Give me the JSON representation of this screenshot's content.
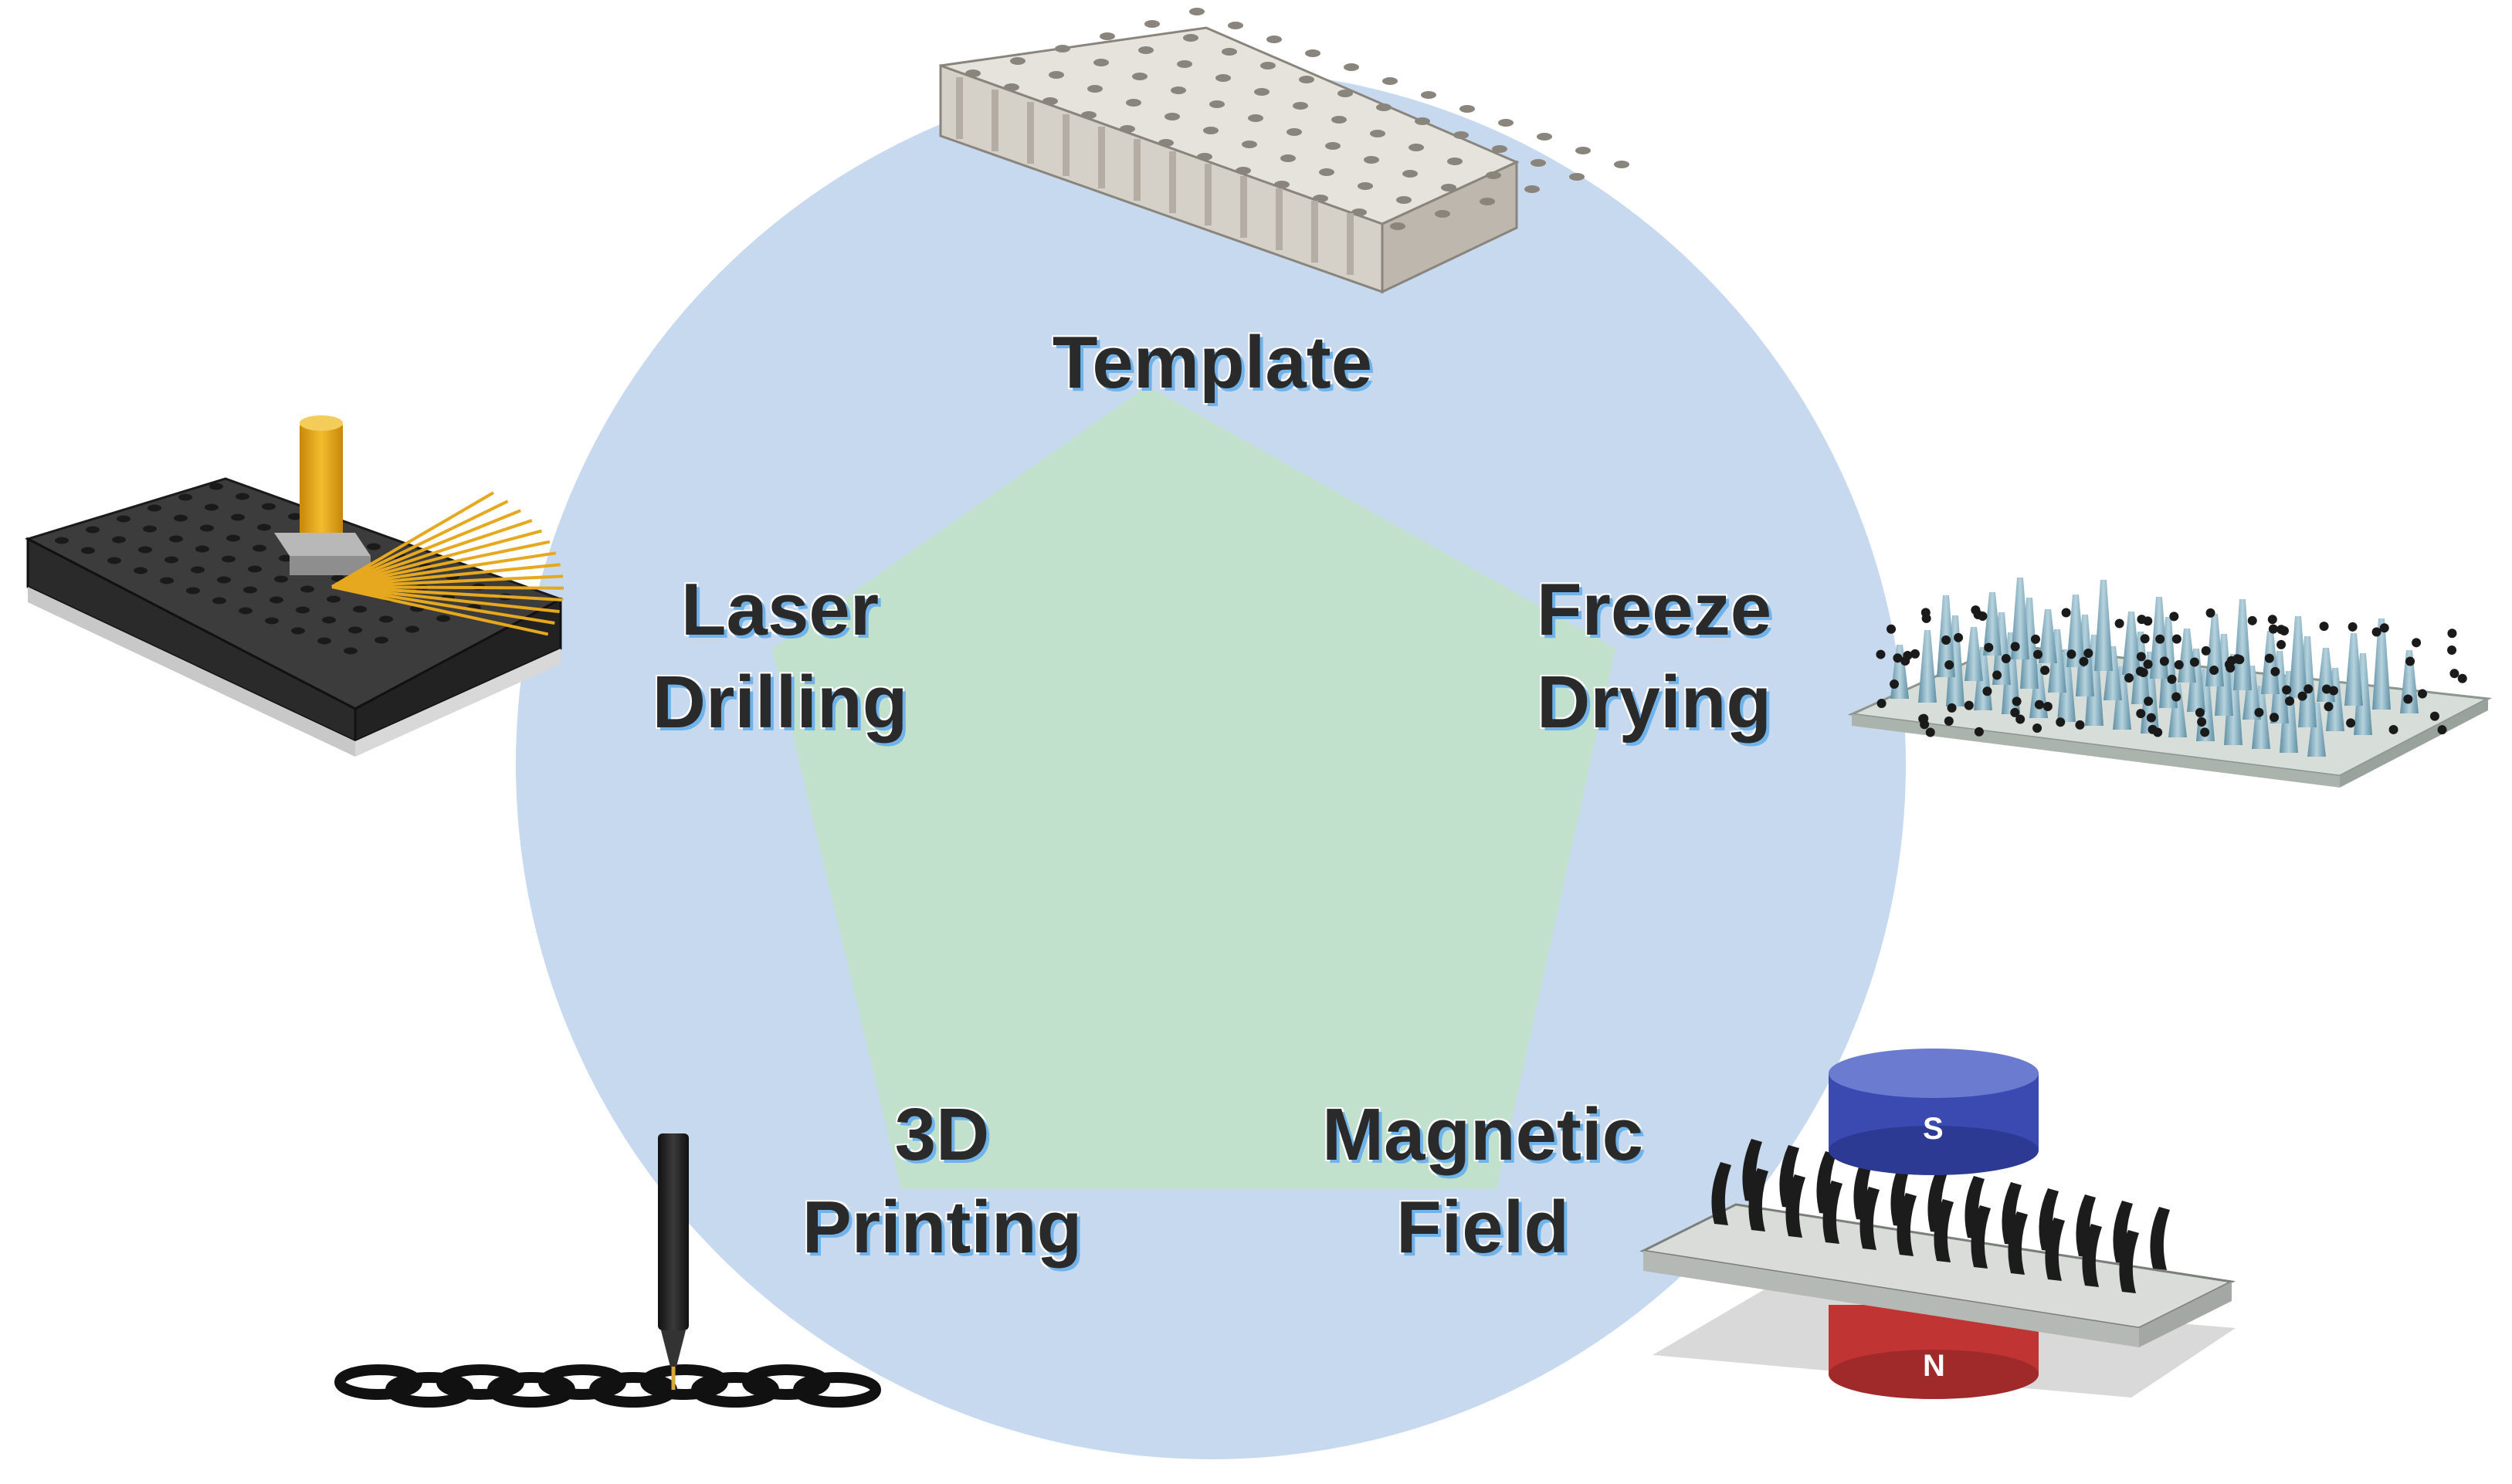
{
  "methods": [
    {
      "id": "template",
      "lines": [
        "Template"
      ]
    },
    {
      "id": "freeze-drying",
      "lines": [
        "Freeze",
        "Drying"
      ]
    },
    {
      "id": "magnetic-field",
      "lines": [
        "Magnetic",
        "Field"
      ]
    },
    {
      "id": "3d-printing",
      "lines": [
        "3D",
        "Printing"
      ]
    },
    {
      "id": "laser-drilling",
      "lines": [
        "Laser",
        "Drilling"
      ]
    }
  ],
  "magnet": {
    "top_pole": "S",
    "bottom_pole": "N"
  },
  "colors": {
    "circle": "#c6d9ef",
    "pentagon": "#c2e1cc",
    "label_shadow": "#6fb3ea",
    "magnet_south": "#3a4ab0",
    "magnet_north": "#c03434",
    "laser": "#e6a81e"
  }
}
